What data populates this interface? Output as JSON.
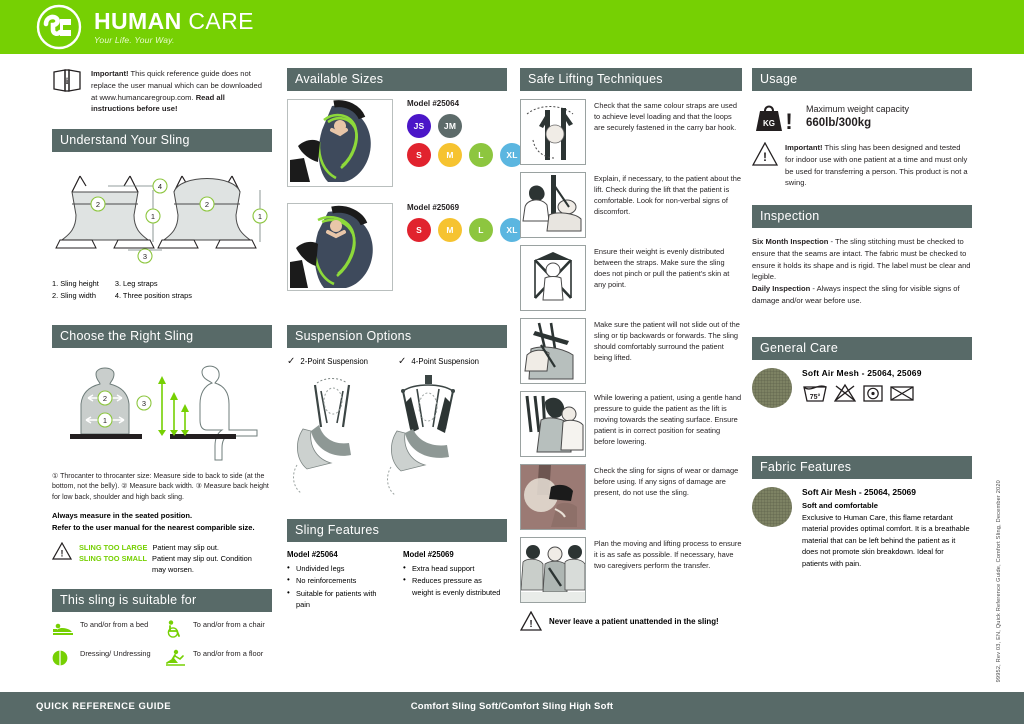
{
  "brand": {
    "name_bold": "HUMAN",
    "name_light": "CARE",
    "tagline": "Your Life. Your Way.",
    "header_color": "#76d003",
    "bar_color": "#586a68"
  },
  "notice": {
    "icon": "manual-book-icon",
    "lead": "Important!",
    "body": " This quick reference guide does not replace the user manual which can be downloaded at www.humancaregroup.com.",
    "emphasis": "Read all instructions before use!"
  },
  "understand_sling": {
    "title": "Understand Your Sling",
    "callouts": [
      "1",
      "2",
      "3",
      "4"
    ],
    "legend_left": [
      "1. Sling height",
      "2. Sling width"
    ],
    "legend_right": [
      "3. Leg straps",
      "4. Three position straps"
    ]
  },
  "choose_sling": {
    "title": "Choose the Right Sling",
    "callouts": [
      "1",
      "2",
      "3"
    ],
    "instructions": "① Throcanter to throcanter size: Measure side to back to side (at the bottom, not the belly). ② Measure back width. ③ Measure back height for low back, shoulder and high back sling.",
    "note_line_1": "Always measure in the seated position.",
    "note_line_2": "Refer to the user manual for the nearest comparible size.",
    "warn_icon": "warning-triangle-icon",
    "warnings": [
      {
        "key": "SLING TOO LARGE",
        "text": "Patient may slip out."
      },
      {
        "key": "SLING TOO SMALL",
        "text": "Patient may slip out.  Condition may worsen."
      }
    ],
    "accent_color": "#76d003"
  },
  "suitable_for": {
    "title": "This sling is suitable for",
    "items": [
      {
        "icon": "bed-icon",
        "label": "To and/or from a bed"
      },
      {
        "icon": "wheelchair-icon",
        "label": "To and/or from a chair"
      },
      {
        "icon": "dressing-icon",
        "label": "Dressing/ Undressing"
      },
      {
        "icon": "floor-lift-icon",
        "label": "To and/or from a floor"
      }
    ]
  },
  "available_sizes": {
    "title": "Available Sizes",
    "models": [
      {
        "model": "Model #25064",
        "photo": "sling-photo-25064",
        "row1": [
          {
            "label": "JS",
            "color": "#4b16c8"
          },
          {
            "label": "JM",
            "color": "#5d6b6a"
          }
        ],
        "row2": [
          {
            "label": "S",
            "color": "#e1232e"
          },
          {
            "label": "M",
            "color": "#f6c330"
          },
          {
            "label": "L",
            "color": "#8dc63f"
          },
          {
            "label": "XL",
            "color": "#5bb6e0"
          }
        ]
      },
      {
        "model": "Model #25069",
        "photo": "sling-photo-25069",
        "row1": [],
        "row2": [
          {
            "label": "S",
            "color": "#e1232e"
          },
          {
            "label": "M",
            "color": "#f6c330"
          },
          {
            "label": "L",
            "color": "#8dc63f"
          },
          {
            "label": "XL",
            "color": "#5bb6e0"
          }
        ]
      }
    ]
  },
  "suspension": {
    "title": "Suspension Options",
    "options": [
      {
        "check": "✓",
        "label": "2-Point Suspension",
        "figure": "two-point-suspension-figure"
      },
      {
        "check": "✓",
        "label": "4-Point Suspension",
        "figure": "four-point-suspension-figure"
      }
    ]
  },
  "sling_features": {
    "title": "Sling Features",
    "columns": [
      {
        "model": "Model #25064",
        "bullets": [
          "Undivided legs",
          "No reinforcements",
          "Suitable for patients with pain"
        ]
      },
      {
        "model": "Model #25069",
        "bullets": [
          "Extra head support",
          "Reduces pressure as weight is evenly distributed"
        ]
      }
    ]
  },
  "safe_lifting": {
    "title": "Safe Lifting Techniques",
    "steps": [
      {
        "figure": "carry-bar-hook-figure",
        "text": "Check that the same colour straps are used to achieve level loading and that the loops are securely fastened in the carry bar hook."
      },
      {
        "figure": "explain-to-patient-figure",
        "text": "Explain, if necessary, to the patient about the lift. Check during the lift that the patient is comfortable.  Look for non-verbal signs of discomfort."
      },
      {
        "figure": "even-weight-figure",
        "text": "Ensure their weight is evenly distributed between the straps.  Make sure the sling does not pinch or pull the patient's skin at any point."
      },
      {
        "figure": "no-slide-figure",
        "text": "Make sure the patient will not slide out of the sling or tip backwards or forwards.  The sling should comfortably surround the patient being lifted."
      },
      {
        "figure": "lowering-patient-figure",
        "text": "While lowering a patient, using a gentle hand pressure to guide the patient as the lift is moving towards the seating surface. Ensure patient is in correct position for seating before lowering."
      },
      {
        "figure": "inspect-wear-figure",
        "text": "Check the sling for signs of wear or damage before using. If any signs of damage are present, do not use the sling."
      },
      {
        "figure": "two-caregivers-figure",
        "text": "Plan the moving and lifting process to ensure it is as safe as possible. If necessary, have two caregivers perform the transfer."
      }
    ],
    "warn_icon": "warning-triangle-icon",
    "warning": "Never leave a patient unattended in the sling!"
  },
  "usage": {
    "title": "Usage",
    "weight_icon": "kg-weight-icon",
    "capacity_label": "Maximum weight capacity",
    "capacity_value": "660lb/300kg",
    "warn_icon": "warning-triangle-icon",
    "important_lead": "Important!",
    "important_body": " This sling has been designed and tested for indoor use with one patient at a time and must only be used for transferring a person.  This product is not a swing."
  },
  "inspection": {
    "title": "Inspection",
    "items": [
      {
        "lead": "Six Month Inspection",
        "text": " - The sling stitching must be checked to ensure that the seams are intact.  The fabric must be checked to ensure it holds its shape and is rigid.  The label must be clear and legible."
      },
      {
        "lead": "Daily Inspection",
        "text": " - Always inspect the sling for visible signs of damage and/or wear before use."
      }
    ]
  },
  "general_care": {
    "title": "General Care",
    "swatch": "soft-air-mesh-swatch",
    "material": "Soft Air Mesh - 25064, 25069",
    "symbols": [
      {
        "name": "wash-75-icon",
        "label": "75°"
      },
      {
        "name": "no-bleach-icon",
        "label": ""
      },
      {
        "name": "tumble-dry-low-icon",
        "label": ""
      },
      {
        "name": "no-dry-clean-icon",
        "label": ""
      }
    ]
  },
  "fabric_features": {
    "title": "Fabric Features",
    "swatch": "soft-air-mesh-swatch",
    "material": "Soft Air Mesh - 25064, 25069",
    "subtitle": "Soft and comfortable",
    "body": "Exclusive to Human Care, this flame retardant material provides optimal comfort.  It is a breathable material that can be left behind the patient as it does not promote skin breakdown. Ideal for patients with pain."
  },
  "footer": {
    "left": "QUICK REFERENCE GUIDE",
    "center": "Comfort Sling Soft/Comfort Sling High Soft"
  },
  "doc_code": "99952, Rev 03, EN, Quick Reference Guide, Comfort Sling, December 2020"
}
